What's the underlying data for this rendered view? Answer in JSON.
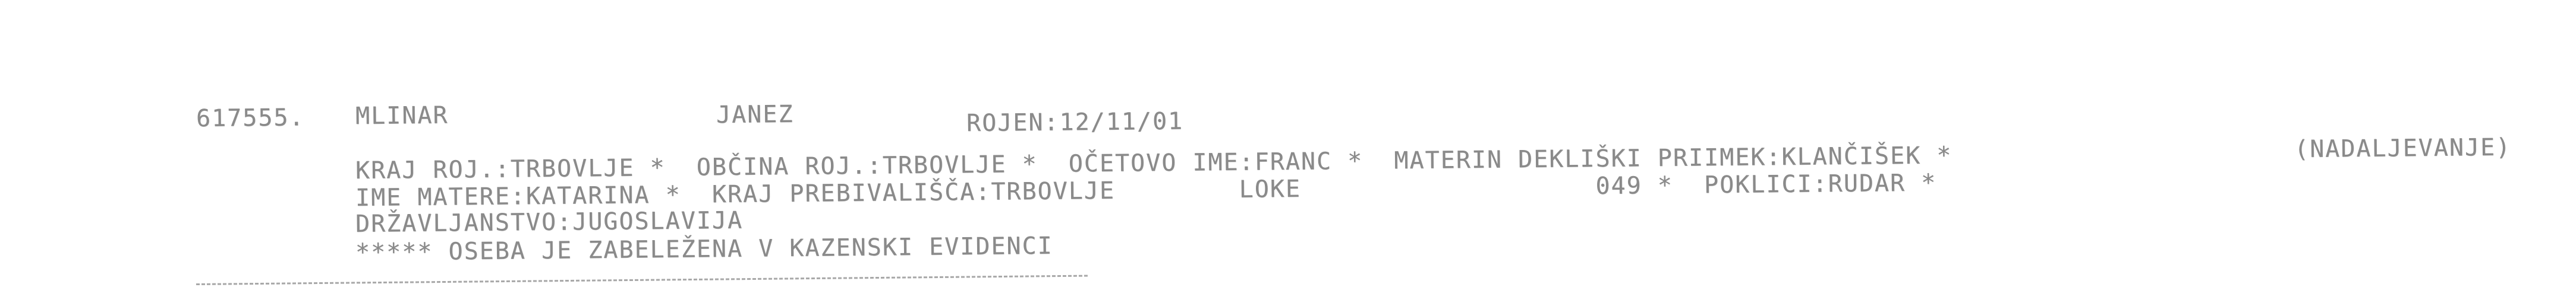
{
  "record": {
    "number": "617555.",
    "surname": "MLINAR",
    "given_name": "JANEZ",
    "born": "ROJEN:12/11/01",
    "continuation": "(NADALJEVANJE)"
  },
  "details": {
    "line1": "KRAJ ROJ.:TRBOVLJE *  OBČINA ROJ.:TRBOVLJE *  OČETOVO IME:FRANC *  MATERIN DEKLIŠKI PRIIMEK:KLANČIŠEK *",
    "line2": "IME MATERE:KATARINA *  KRAJ PREBIVALIŠČA:TRBOVLJE        LOKE                   049 *  POKLICI:RUDAR *",
    "line3": "DRŽAVLJANSTVO:JUGOSLAVIJA",
    "line4": "***** OSEBA JE ZABELEŽENA V KAZENSKI EVIDENCI"
  }
}
